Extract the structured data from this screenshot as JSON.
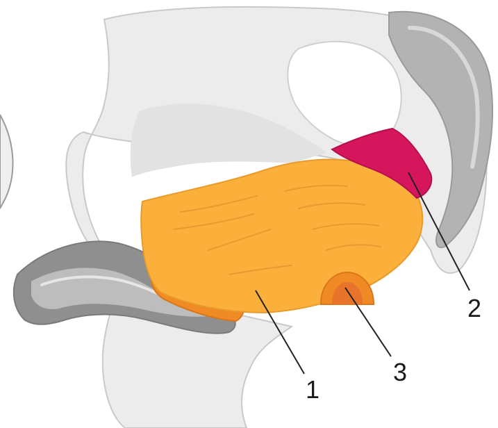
{
  "diagram": {
    "callouts": [
      {
        "id": "1",
        "label": "1"
      },
      {
        "id": "2",
        "label": "2"
      },
      {
        "id": "3",
        "label": "3"
      }
    ]
  },
  "colors": {
    "background": "#ffffff",
    "bone_light": "#e8e8e8",
    "bone_mid": "#d4d4d4",
    "bone_dark": "#a9a9a9",
    "orange_main": "#fbb03b",
    "orange_dark": "#f08a24",
    "crimson": "#d6165c",
    "lines": "#222222"
  }
}
